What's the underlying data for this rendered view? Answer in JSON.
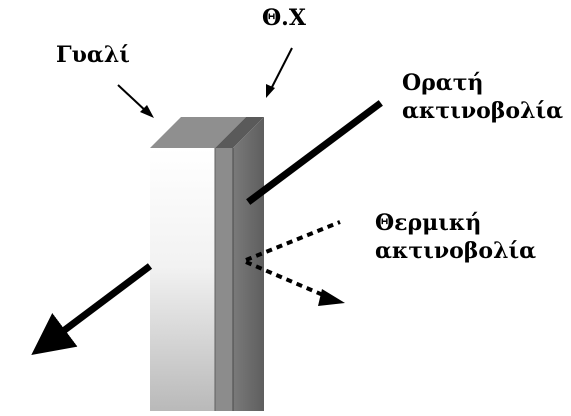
{
  "labels": {
    "glass": "Γυαλί",
    "coating": "Θ.Χ",
    "visible_line1": "Ορατή",
    "visible_line2": "ακτινοβολία",
    "thermal_line1": "Θερμική",
    "thermal_line2": "ακτινοβολία"
  },
  "colors": {
    "glass_front_top": "#ffffff",
    "glass_front_bottom": "#bdbdbd",
    "glass_top": "#8f8f8f",
    "coating_side": "#6f6f6f",
    "coating_top": "#555555",
    "arrows": "#000000"
  }
}
